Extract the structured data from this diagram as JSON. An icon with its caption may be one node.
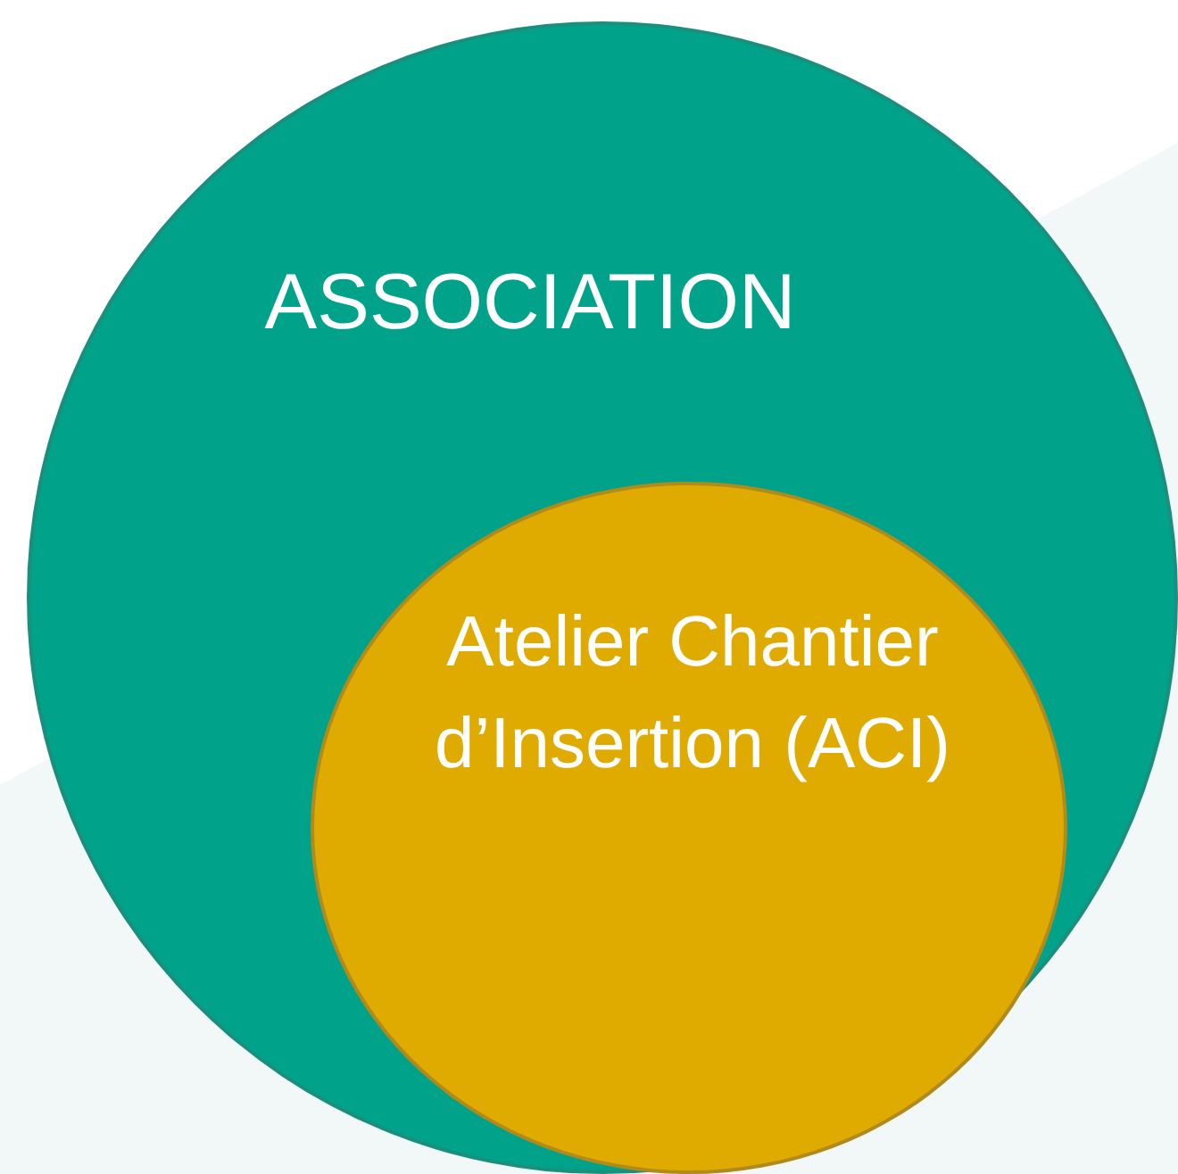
{
  "diagram": {
    "nodes": [
      {
        "text": [
          "ASSOCIATION"
        ]
      },
      {
        "text": [
          "Atelier Chantier d’Insertion (ACI)"
        ],
        "in": 0
      }
    ]
  }
}
